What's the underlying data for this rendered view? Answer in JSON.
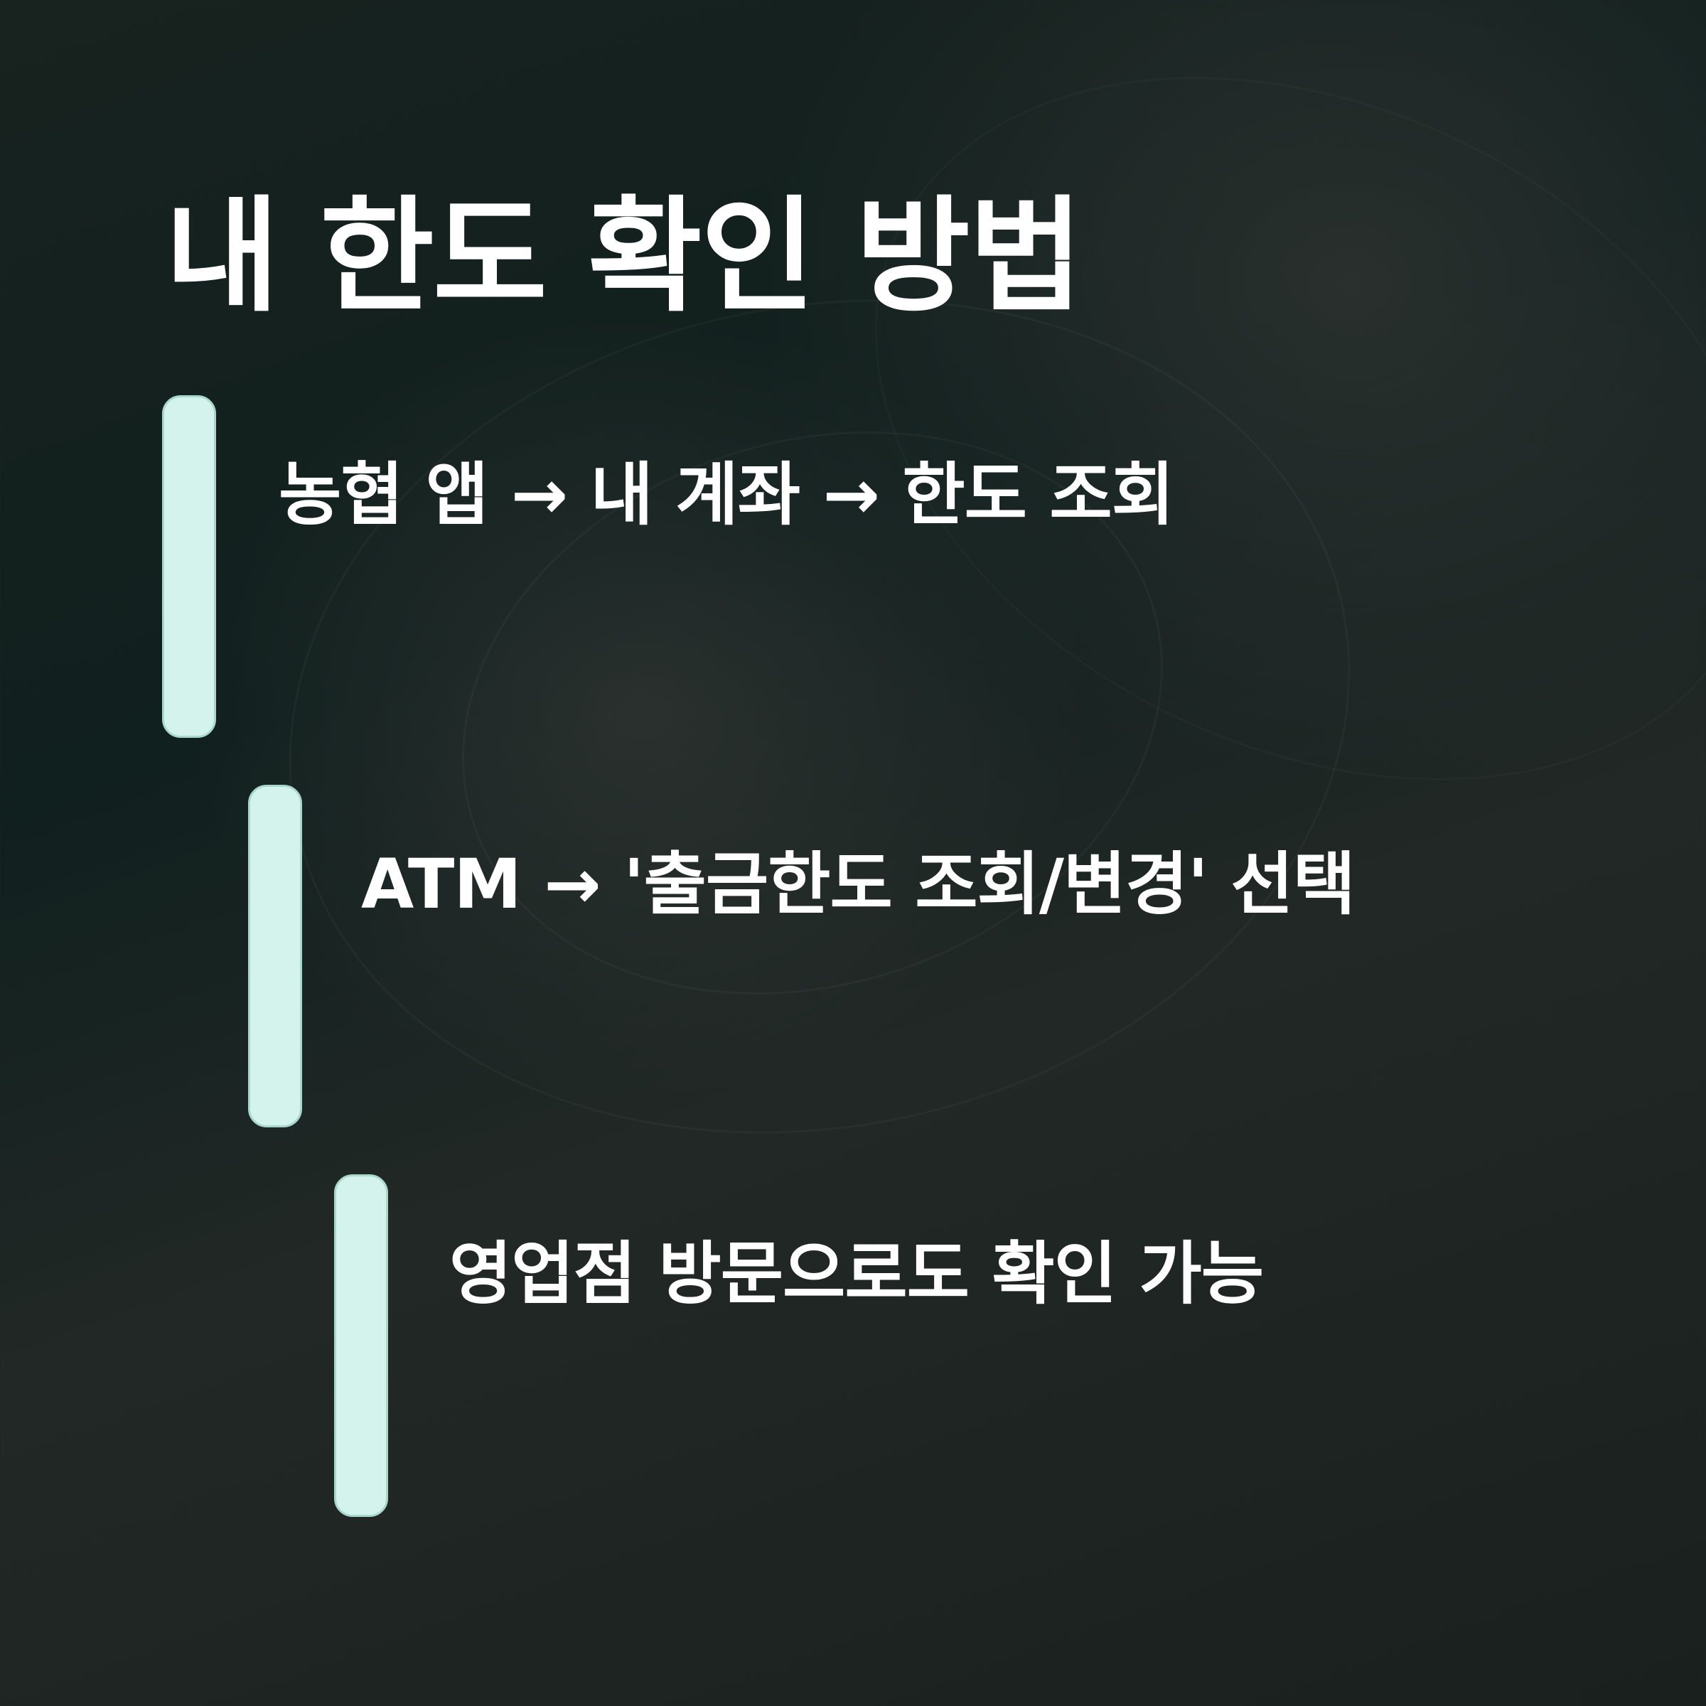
{
  "title": "내 한도 확인 방법",
  "steps": [
    {
      "text": "농협 앱 → 내 계좌 → 한도 조회"
    },
    {
      "text": "ATM → '출금한도 조회/변경' 선택"
    },
    {
      "text": "영업점 방문으로도 확인 가능"
    }
  ],
  "colors": {
    "background": "#18221f",
    "bar_fill": "#d4f3ec",
    "bar_border": "#a9d7cc",
    "text": "#ffffff"
  }
}
